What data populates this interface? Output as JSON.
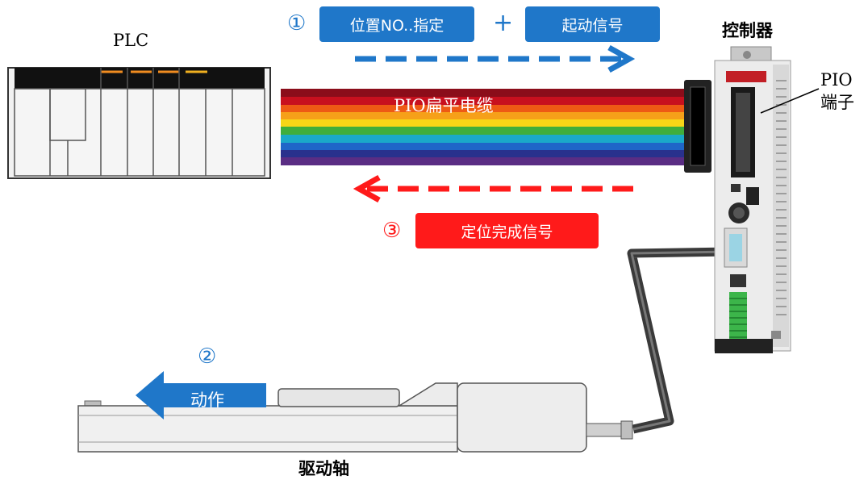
{
  "plc": {
    "title": "PLC"
  },
  "controller": {
    "title": "控制器",
    "pio_terminal": [
      "PIO",
      "端子"
    ]
  },
  "cable": {
    "label": "PIO扁平电缆"
  },
  "step1": {
    "num": "①",
    "box1": "位置NO..指定",
    "plus": "+",
    "box2": "起动信号"
  },
  "step2": {
    "num": "②",
    "action": "动作"
  },
  "step3": {
    "num": "③",
    "box": "定位完成信号"
  },
  "actuator": {
    "title": "驱动轴"
  },
  "colors": {
    "blue": "#1f77c9",
    "red": "#ff1a1a",
    "cable": [
      "#8b0d1a",
      "#c8101e",
      "#ee5a14",
      "#f6a019",
      "#f7d617",
      "#3fae3c",
      "#1aa9c9",
      "#1f66c8",
      "#29318d",
      "#5a2d84"
    ]
  }
}
